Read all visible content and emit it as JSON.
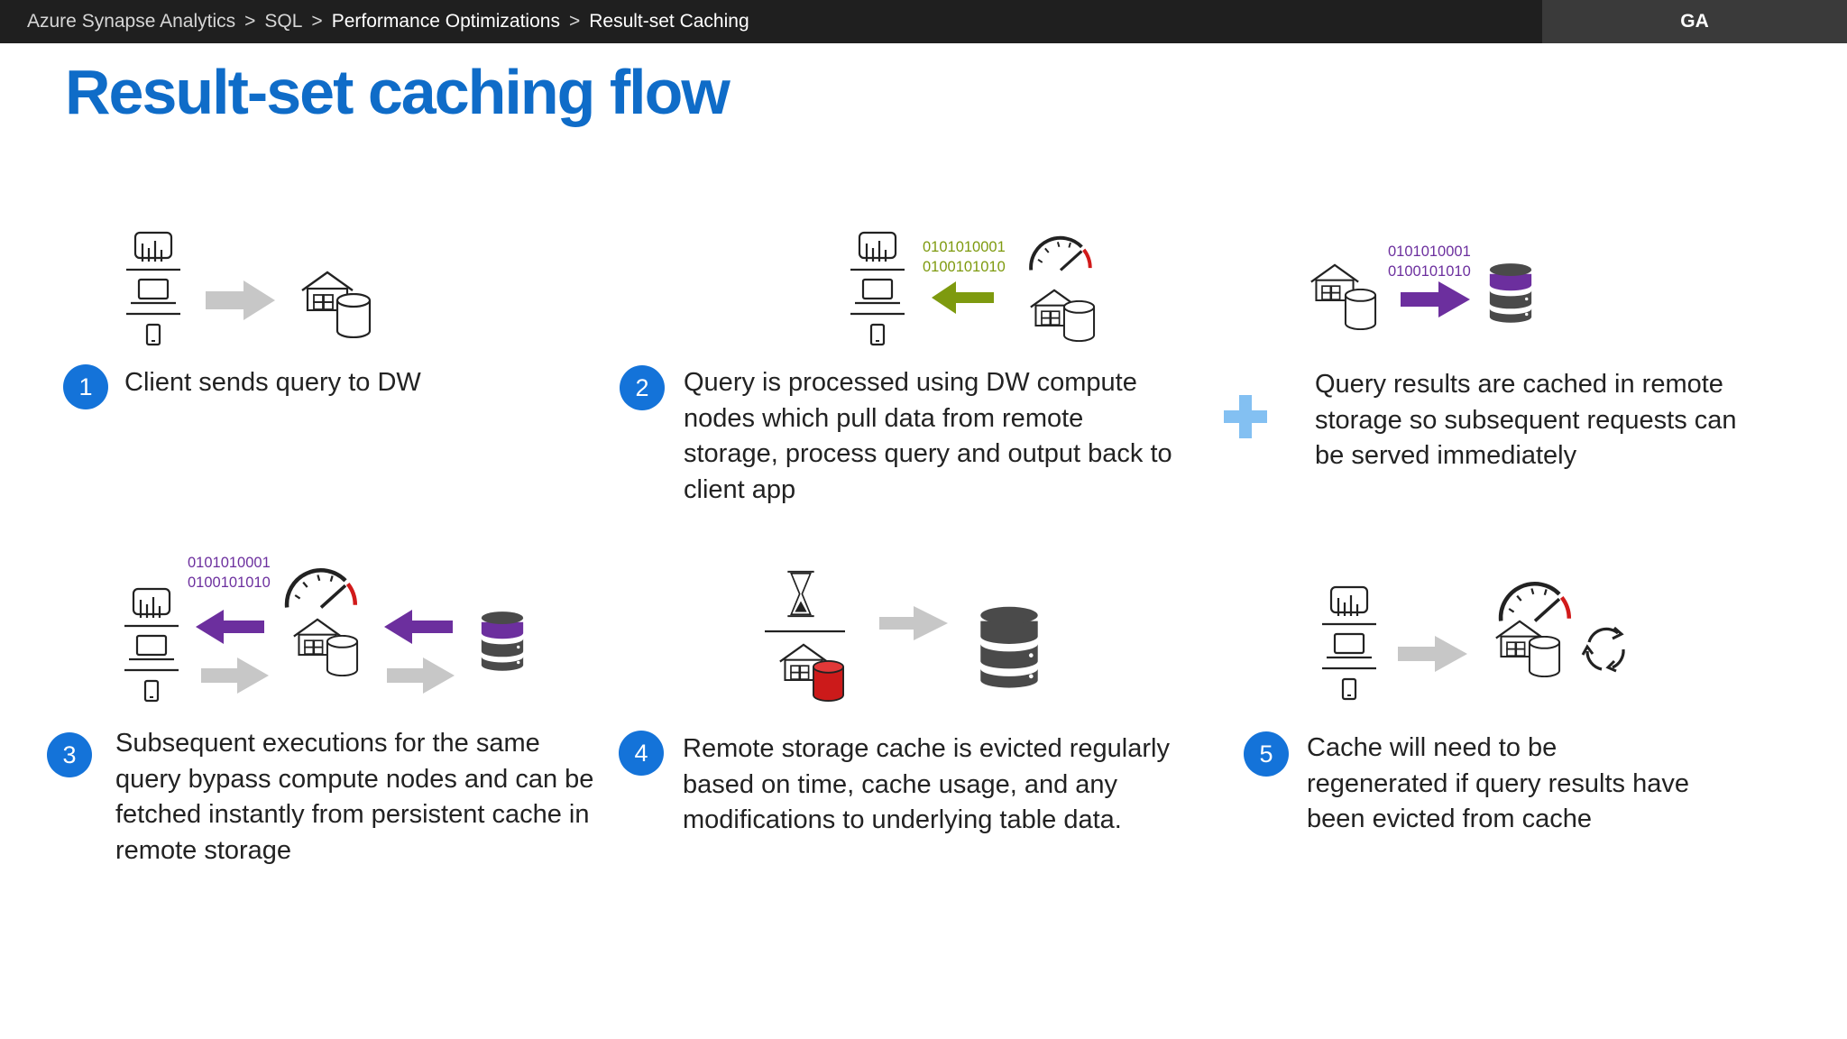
{
  "header": {
    "breadcrumbs": [
      "Azure Synapse Analytics",
      "SQL",
      "Performance Optimizations",
      "Result-set Caching"
    ],
    "separator": ">",
    "badge": "GA"
  },
  "title": "Result-set caching flow",
  "binary": {
    "line1": "0101010001",
    "line2": "0100101010"
  },
  "steps": [
    {
      "number": "1",
      "text": "Client sends query to DW"
    },
    {
      "number": "2",
      "text": "Query is processed using DW compute nodes which pull data from remote storage, process query and output back to client app"
    },
    {
      "number": "3",
      "text": "Subsequent executions for the same query bypass compute nodes and can be fetched instantly from persistent cache in remote storage"
    },
    {
      "number": "4",
      "text": "Remote storage cache is evicted regularly based on time, cache usage, and any modifications to underlying table data."
    },
    {
      "number": "5",
      "text": "Cache will need to be regenerated if query results have been evicted from cache"
    }
  ],
  "extra_step": {
    "text": "Query results are cached in remote storage so subsequent requests can be served immediately"
  },
  "colors": {
    "title": "#0f6cc8",
    "badge_circle": "#1473d9",
    "arrow_gray": "#c7c7c7",
    "arrow_green": "#7e9a0f",
    "arrow_purple": "#6c2f9e",
    "db_dark": "#4a4a4a",
    "db_band": "#6c2f9e",
    "db_red": "#cc1a1a",
    "plus": "#83c0f2"
  },
  "icons": [
    "dashboard-icon",
    "laptop-icon",
    "phone-icon",
    "warehouse-icon",
    "database-icon",
    "gauge-icon",
    "hourglass-icon",
    "refresh-icon"
  ]
}
